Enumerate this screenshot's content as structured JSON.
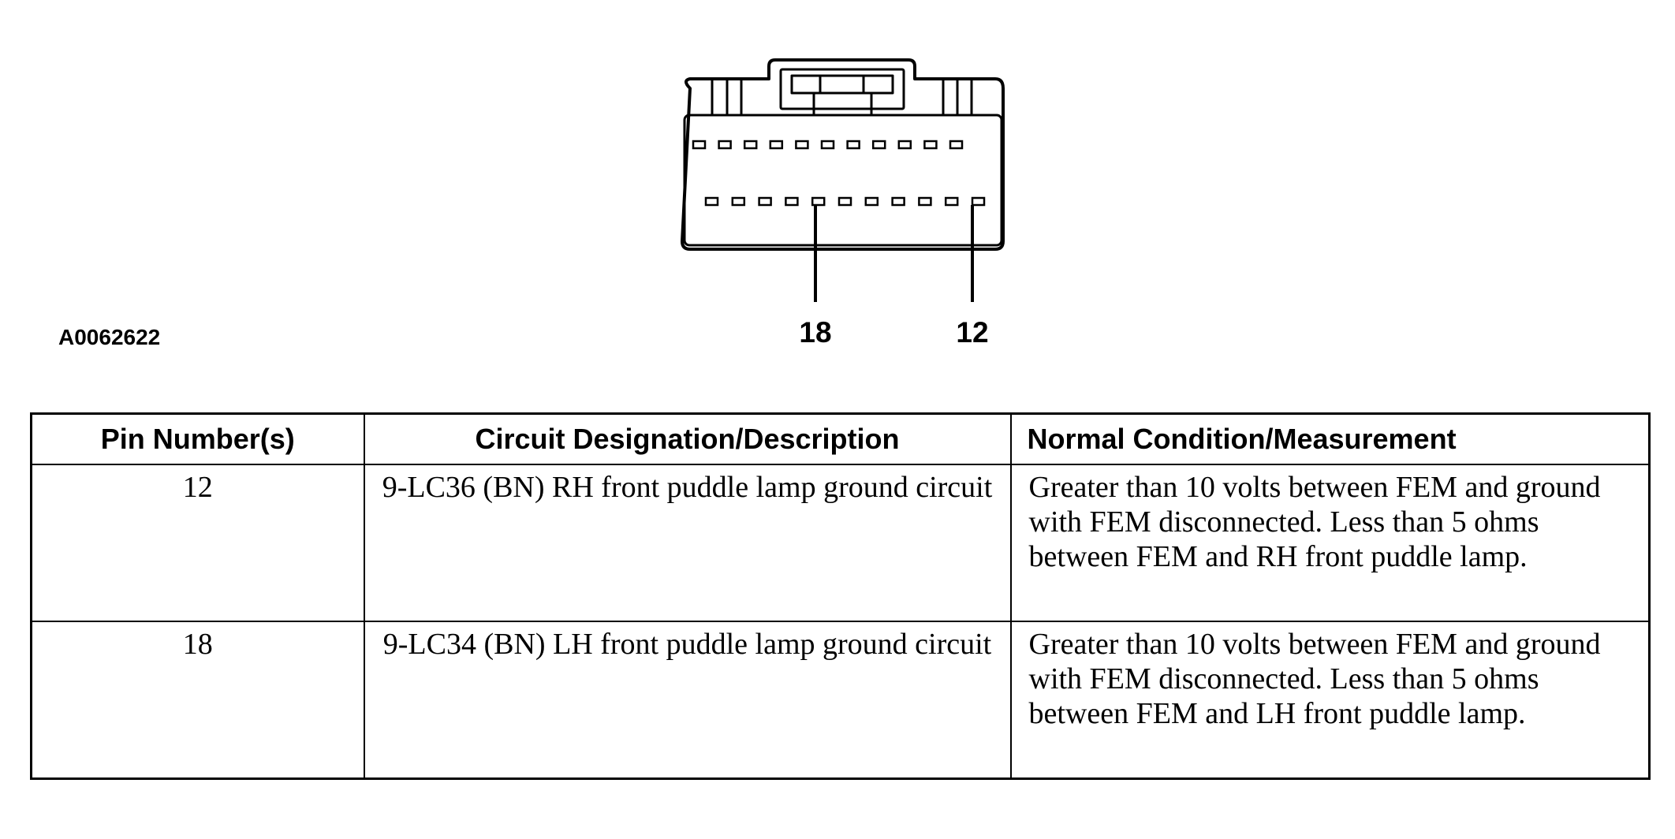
{
  "diagram": {
    "figure_id": "A0062622",
    "callouts": [
      {
        "label": "18"
      },
      {
        "label": "12"
      }
    ],
    "top_row_pin_count": 11,
    "bottom_row_pin_count": 11
  },
  "table": {
    "headers": [
      "Pin Number(s)",
      "Circuit Designation/Description",
      "Normal Condition/Measurement"
    ],
    "rows": [
      {
        "pin": "12",
        "circuit": "9-LC36 (BN) RH front puddle lamp ground circuit",
        "measurement": "Greater than 10 volts between FEM and ground with FEM disconnected. Less than 5 ohms between FEM and RH front puddle lamp."
      },
      {
        "pin": "18",
        "circuit": "9-LC34 (BN) LH front puddle lamp ground circuit",
        "measurement": "Greater than 10 volts between FEM and ground with FEM disconnected. Less than 5 ohms between FEM and LH front puddle lamp."
      }
    ]
  }
}
